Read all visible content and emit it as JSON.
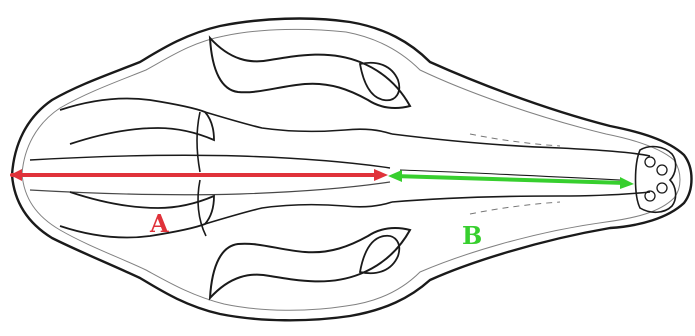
{
  "figure": {
    "label_a": "A",
    "label_b": "B"
  },
  "colors": {
    "outline": "#1a1a1a",
    "measure_a": "#e0323a",
    "measure_b": "#37cf2e",
    "paper": "#ffffff"
  },
  "icons": {
    "subject": "skull-dorsal-view-drawing"
  }
}
